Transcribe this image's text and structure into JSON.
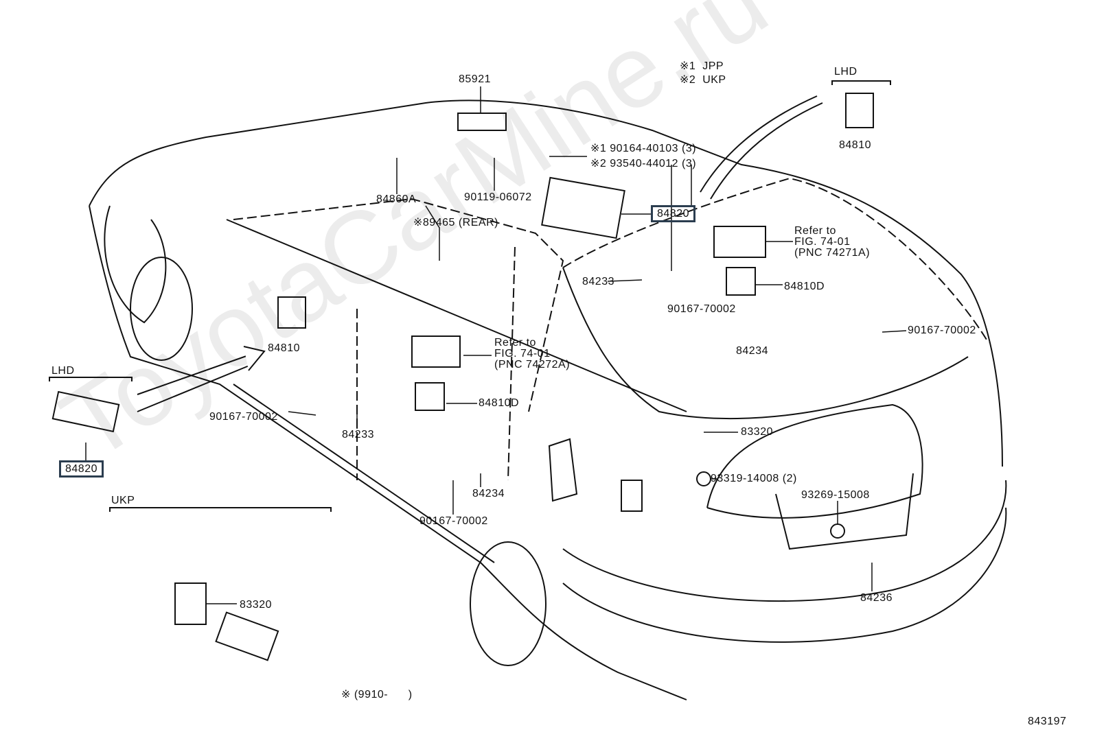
{
  "watermark": "ToyotaCarMine.ru",
  "notes": {
    "n1": "※1  JPP",
    "n2": "※2  UKP",
    "date": "※ (9910-      )",
    "figure_no": "843197"
  },
  "groups": {
    "lhd_top": "LHD",
    "lhd_left": "LHD",
    "ukp": "UKP"
  },
  "parts": {
    "p85921": "85921",
    "p84810_lhd": "84810",
    "bolt1": "※1 90164-40103 (3)",
    "bolt2": "※2 93540-44012 (3)",
    "p84860A": "84860A",
    "p90119": "90119-06072",
    "p84820_main": "84820",
    "p89465": "※89465 (REAR)",
    "ref1_a": "Refer to",
    "ref1_b": "FIG. 74-01",
    "ref1_c": "(PNC 74271A)",
    "p84233_r": "84233",
    "p84810D_r": "84810D",
    "p90167_a": "90167-70002",
    "p84810_l": "84810",
    "ref2_a": "Refer to",
    "ref2_b": "FIG. 74-01",
    "ref2_c": "(PNC 74272A)",
    "p84234_r": "84234",
    "p90167_b": "90167-70002",
    "p84820_lhd": "84820",
    "p84810D_l": "84810D",
    "p90167_c": "90167-70002",
    "p84233_l": "84233",
    "p83320_r": "83320",
    "p93319": "93319-14008 (2)",
    "p84234_l": "84234",
    "p90167_d": "90167-70002",
    "p93269": "93269-15008",
    "p83320_ukp": "83320",
    "p84236": "84236"
  }
}
